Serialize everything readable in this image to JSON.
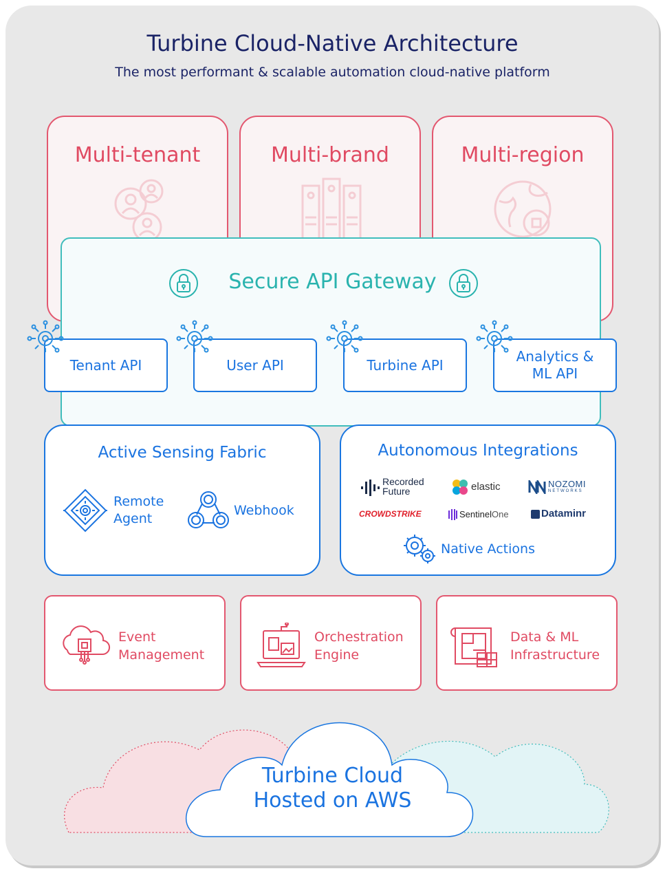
{
  "header": {
    "title": "Turbine Cloud-Native Architecture",
    "subtitle": "The most performant & scalable automation cloud-native platform"
  },
  "pillars": [
    {
      "label": "Multi-tenant",
      "icon": "users-icon"
    },
    {
      "label": "Multi-brand",
      "icon": "servers-icon"
    },
    {
      "label": "Multi-region",
      "icon": "globe-icon"
    }
  ],
  "gateway": {
    "title": "Secure API Gateway",
    "apis": [
      {
        "label": "Tenant API"
      },
      {
        "label": "User API"
      },
      {
        "label": "Turbine API"
      },
      {
        "label": "Analytics &\nML API"
      }
    ]
  },
  "fabric": {
    "title": "Active Sensing Fabric",
    "items": [
      {
        "label": "Remote\nAgent",
        "icon": "remote-agent-icon"
      },
      {
        "label": "Webhook",
        "icon": "webhook-icon"
      }
    ]
  },
  "integrations": {
    "title": "Autonomous Integrations",
    "logos": {
      "recorded_future_top": "Recorded",
      "recorded_future_bottom": "Future",
      "elastic": "elastic",
      "nozomi": "NOZOMI",
      "nozomi_sub": "NETWORKS",
      "crowdstrike": "CROWDSTRIKE",
      "sentinelone_a": "Sentinel",
      "sentinelone_b": "One",
      "dataminr": "Dataminr"
    },
    "native_actions": "Native Actions"
  },
  "core": [
    {
      "label": "Event\nManagement",
      "icon": "chip-cloud-icon"
    },
    {
      "label": "Orchestration\nEngine",
      "icon": "laptop-robot-icon"
    },
    {
      "label": "Data & ML\nInfrastructure",
      "icon": "blueprint-icon"
    }
  ],
  "cloud": {
    "label": "Turbine Cloud\nHosted on AWS"
  },
  "colors": {
    "navy": "#1a2366",
    "pink": "#e3576f",
    "teal": "#3fbdbc",
    "blue": "#1976e0"
  }
}
